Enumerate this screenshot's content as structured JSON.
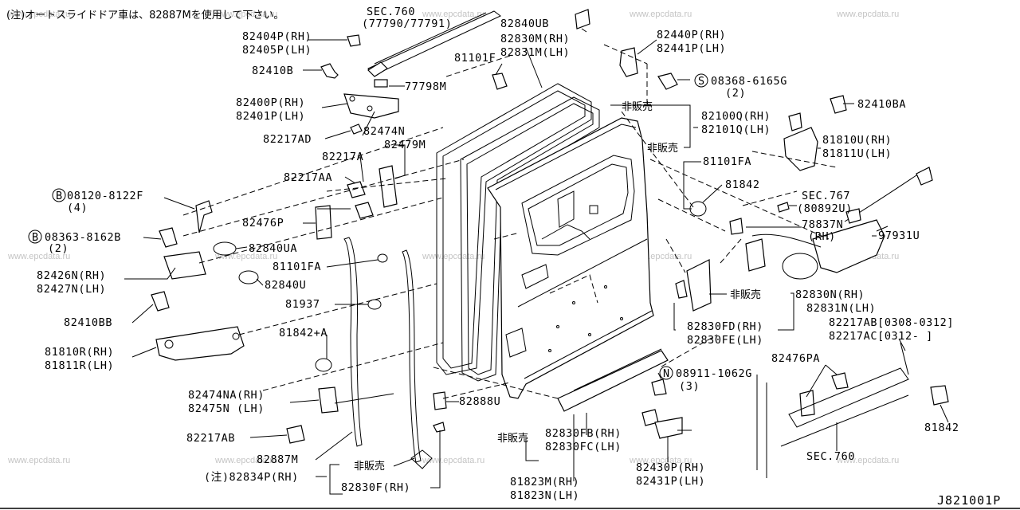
{
  "note_top": "(注)オートスライドドア車は、82887Mを使用して下さい。",
  "diagram_ref": "J821001P",
  "watermark": "www.epcdata.ru",
  "labels": {
    "sec760_top": "SEC.760",
    "sec760_top_sub": "(77790/77791)",
    "p82840UB": "82840UB",
    "p82830M": "82830M(RH)",
    "p82831M": "82831M(LH)",
    "p82440P": "82440P(RH)",
    "p82441P": "82441P(LH)",
    "p82404P": "82404P(RH)",
    "p82405P": "82405P(LH)",
    "p81101F": "81101F",
    "p82410B": "82410B",
    "p77798M": "77798M",
    "s08368": "08368-6165G",
    "s08368_qty": "(2)",
    "p82400P": "82400P(RH)",
    "p82401P": "82401P(LH)",
    "hanbai1": "非販売",
    "p82100Q": "82100Q(RH)",
    "p82101Q": "82101Q(LH)",
    "p82410BA": "82410BA",
    "p82474N": "82474N",
    "p82217AD": "82217AD",
    "p82479M": "82479M",
    "hanbai2": "非販売",
    "p81810U": "81810U(RH)",
    "p81811U": "81811U(LH)",
    "p82217A": "82217A",
    "p81101FA_r": "81101FA",
    "p82217AA": "82217AA",
    "p81842_r": "81842",
    "b08120": "08120-8122F",
    "b08120_qty": "(4)",
    "sec767": "SEC.767",
    "sec767_sub": "(80892U)",
    "p82476P": "82476P",
    "p78837N": "78837N",
    "p78837N_rh": "(RH)",
    "p97931U": "97931U",
    "b08363": "08363-8162B",
    "b08363_qty": "(2)",
    "p82840UA": "82840UA",
    "p81101FA_l": "81101FA",
    "p82426N": "82426N(RH)",
    "p82427N": "82427N(LH)",
    "p82840U": "82840U",
    "hanbai3": "非販売",
    "p82830N": "82830N(RH)",
    "p82831N": "82831N(LH)",
    "p81937": "81937",
    "p82410BB": "82410BB",
    "p82217AB_r": "82217AB[0308-0312]",
    "p82217AC": "82217AC[0312-    ]",
    "p82830FD": "82830FD(RH)",
    "p82830FE": "82830FE(LH)",
    "p81842A": "81842+A",
    "p81810R": "81810R(RH)",
    "p81811R": "81811R(LH)",
    "p82476PA": "82476PA",
    "n08911": "08911-1062G",
    "n08911_qty": "(3)",
    "p82474NA": "82474NA(RH)",
    "p82475N": "82475N  (LH)",
    "p82888U": "82888U",
    "p82217AB_l": "82217AB",
    "hanbai4": "非販売",
    "p82830FB": "82830FB(RH)",
    "p82830FC": "82830FC(LH)",
    "p81842_b": "81842",
    "p82887M": "82887M",
    "hanbai5": "非販売",
    "sec760_bottom": "SEC.760",
    "p82834P": "(注)82834P(RH)",
    "p82430P": "82430P(RH)",
    "p82431P": "82431P(LH)",
    "p82830F": "82830F(RH)",
    "p81823M": "81823M(RH)",
    "p81823N": "81823N(LH)",
    "sym_B": "B",
    "sym_S": "S",
    "sym_N": "N"
  },
  "icons": [
    "door-panel-drawing",
    "weatherstrip-drawing",
    "hinge-drawing",
    "bolt-drawing",
    "motor-drawing",
    "rail-drawing"
  ]
}
